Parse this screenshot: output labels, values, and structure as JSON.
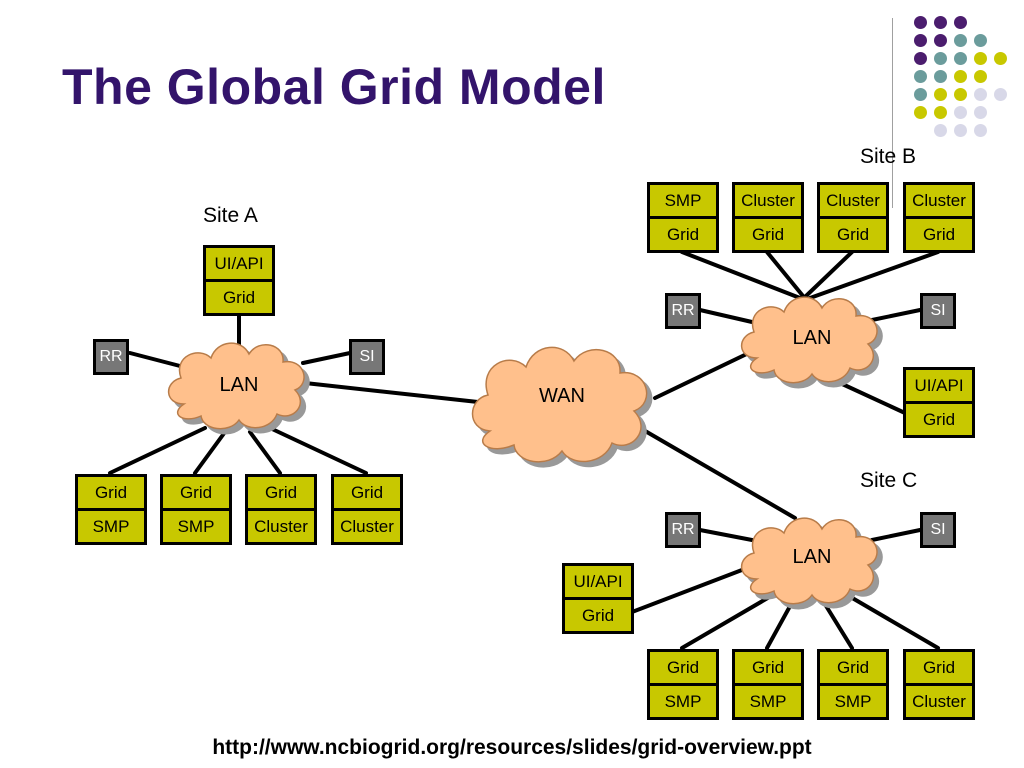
{
  "slide": {
    "title": "The Global Grid Model",
    "footer": "http://www.ncbiogrid.org/resources/slides/grid-overview.ppt"
  },
  "colors": {
    "title": "#33146b",
    "node_fill": "#c8c800",
    "cloud_fill": "#ffc08c",
    "gray_box": "#777777",
    "dot_purple": "#4b1d6e",
    "dot_teal": "#6b9c9c",
    "dot_yellow": "#c8c800",
    "dot_lilac": "#d8d8e8"
  },
  "site_a": {
    "label": "Site A",
    "lan": "LAN",
    "rr": "RR",
    "si": "SI",
    "ui_box": [
      "UI/API",
      "Grid"
    ],
    "boxes": [
      [
        "Grid",
        "SMP"
      ],
      [
        "Grid",
        "SMP"
      ],
      [
        "Grid",
        "Cluster"
      ],
      [
        "Grid",
        "Cluster"
      ]
    ]
  },
  "wan": {
    "label": "WAN"
  },
  "site_b": {
    "label": "Site B",
    "lan": "LAN",
    "rr": "RR",
    "si": "SI",
    "ui_box": [
      "UI/API",
      "Grid"
    ],
    "boxes": [
      [
        "SMP",
        "Grid"
      ],
      [
        "Cluster",
        "Grid"
      ],
      [
        "Cluster",
        "Grid"
      ],
      [
        "Cluster",
        "Grid"
      ]
    ]
  },
  "site_c": {
    "label": "Site C",
    "lan": "LAN",
    "rr": "RR",
    "si": "SI",
    "ui_box": [
      "UI/API",
      "Grid"
    ],
    "boxes": [
      [
        "Grid",
        "SMP"
      ],
      [
        "Grid",
        "SMP"
      ],
      [
        "Grid",
        "SMP"
      ],
      [
        "Grid",
        "Cluster"
      ]
    ]
  }
}
